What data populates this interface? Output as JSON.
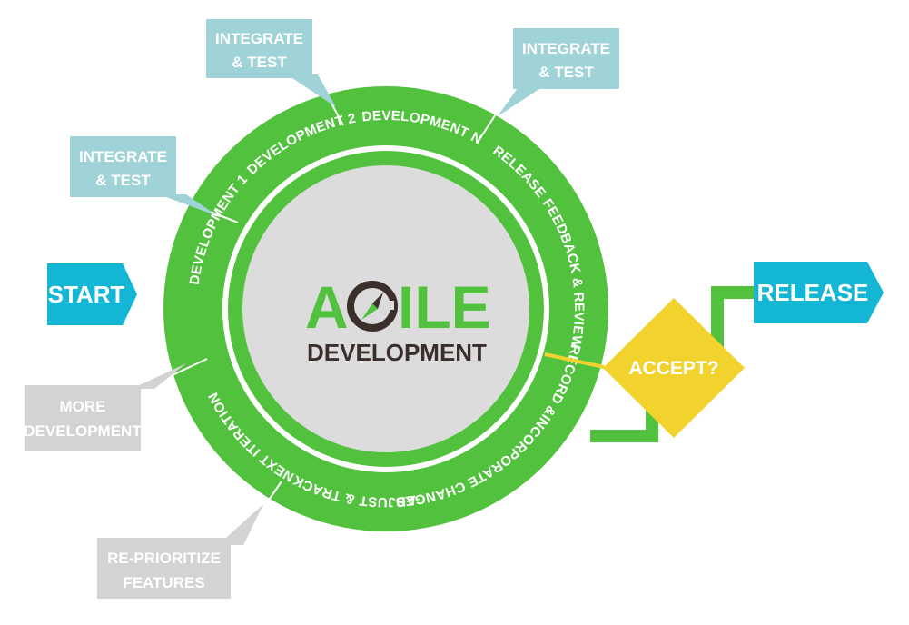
{
  "colors": {
    "green": "#52c23e",
    "inner": "#dcdcdc",
    "teal_box": "#9fd3d8",
    "gray_box": "#d3d3d3",
    "cyan_arrow": "#14b6d6",
    "yellow": "#f2d32d",
    "logo_dark": "#3a2f2c"
  },
  "logo": {
    "word_a": "A",
    "word_rest": "ILE",
    "compass_icon": "compass-icon",
    "subtitle": "DEVELOPMENT"
  },
  "start": {
    "label": "START"
  },
  "release": {
    "label": "RELEASE"
  },
  "decision": {
    "label": "ACCEPT?"
  },
  "ring_labels": {
    "development_1": "DEVELOPMENT 1",
    "development_2": "DEVELOPMENT 2",
    "development_n": "DEVELOPMENT N",
    "release": "RELEASE",
    "feedback_review": "FEEDBACK & REVIEW",
    "record_changes": "RECORD &INCORPORATE CHANGES",
    "adjust_track": "ADJUST & TRACK",
    "next_iteration": "NEXT ITERATION"
  },
  "callouts": {
    "integrate_1": {
      "line1": "INTEGRATE",
      "line2": "& TEST"
    },
    "integrate_2": {
      "line1": "INTEGRATE",
      "line2": "& TEST"
    },
    "integrate_3": {
      "line1": "INTEGRATE",
      "line2": "& TEST"
    },
    "more_development": {
      "line1": "MORE",
      "line2": "DEVELOPMENT"
    },
    "reprioritize": {
      "line1": "RE-PRIORITIZE",
      "line2": "FEATURES"
    }
  }
}
